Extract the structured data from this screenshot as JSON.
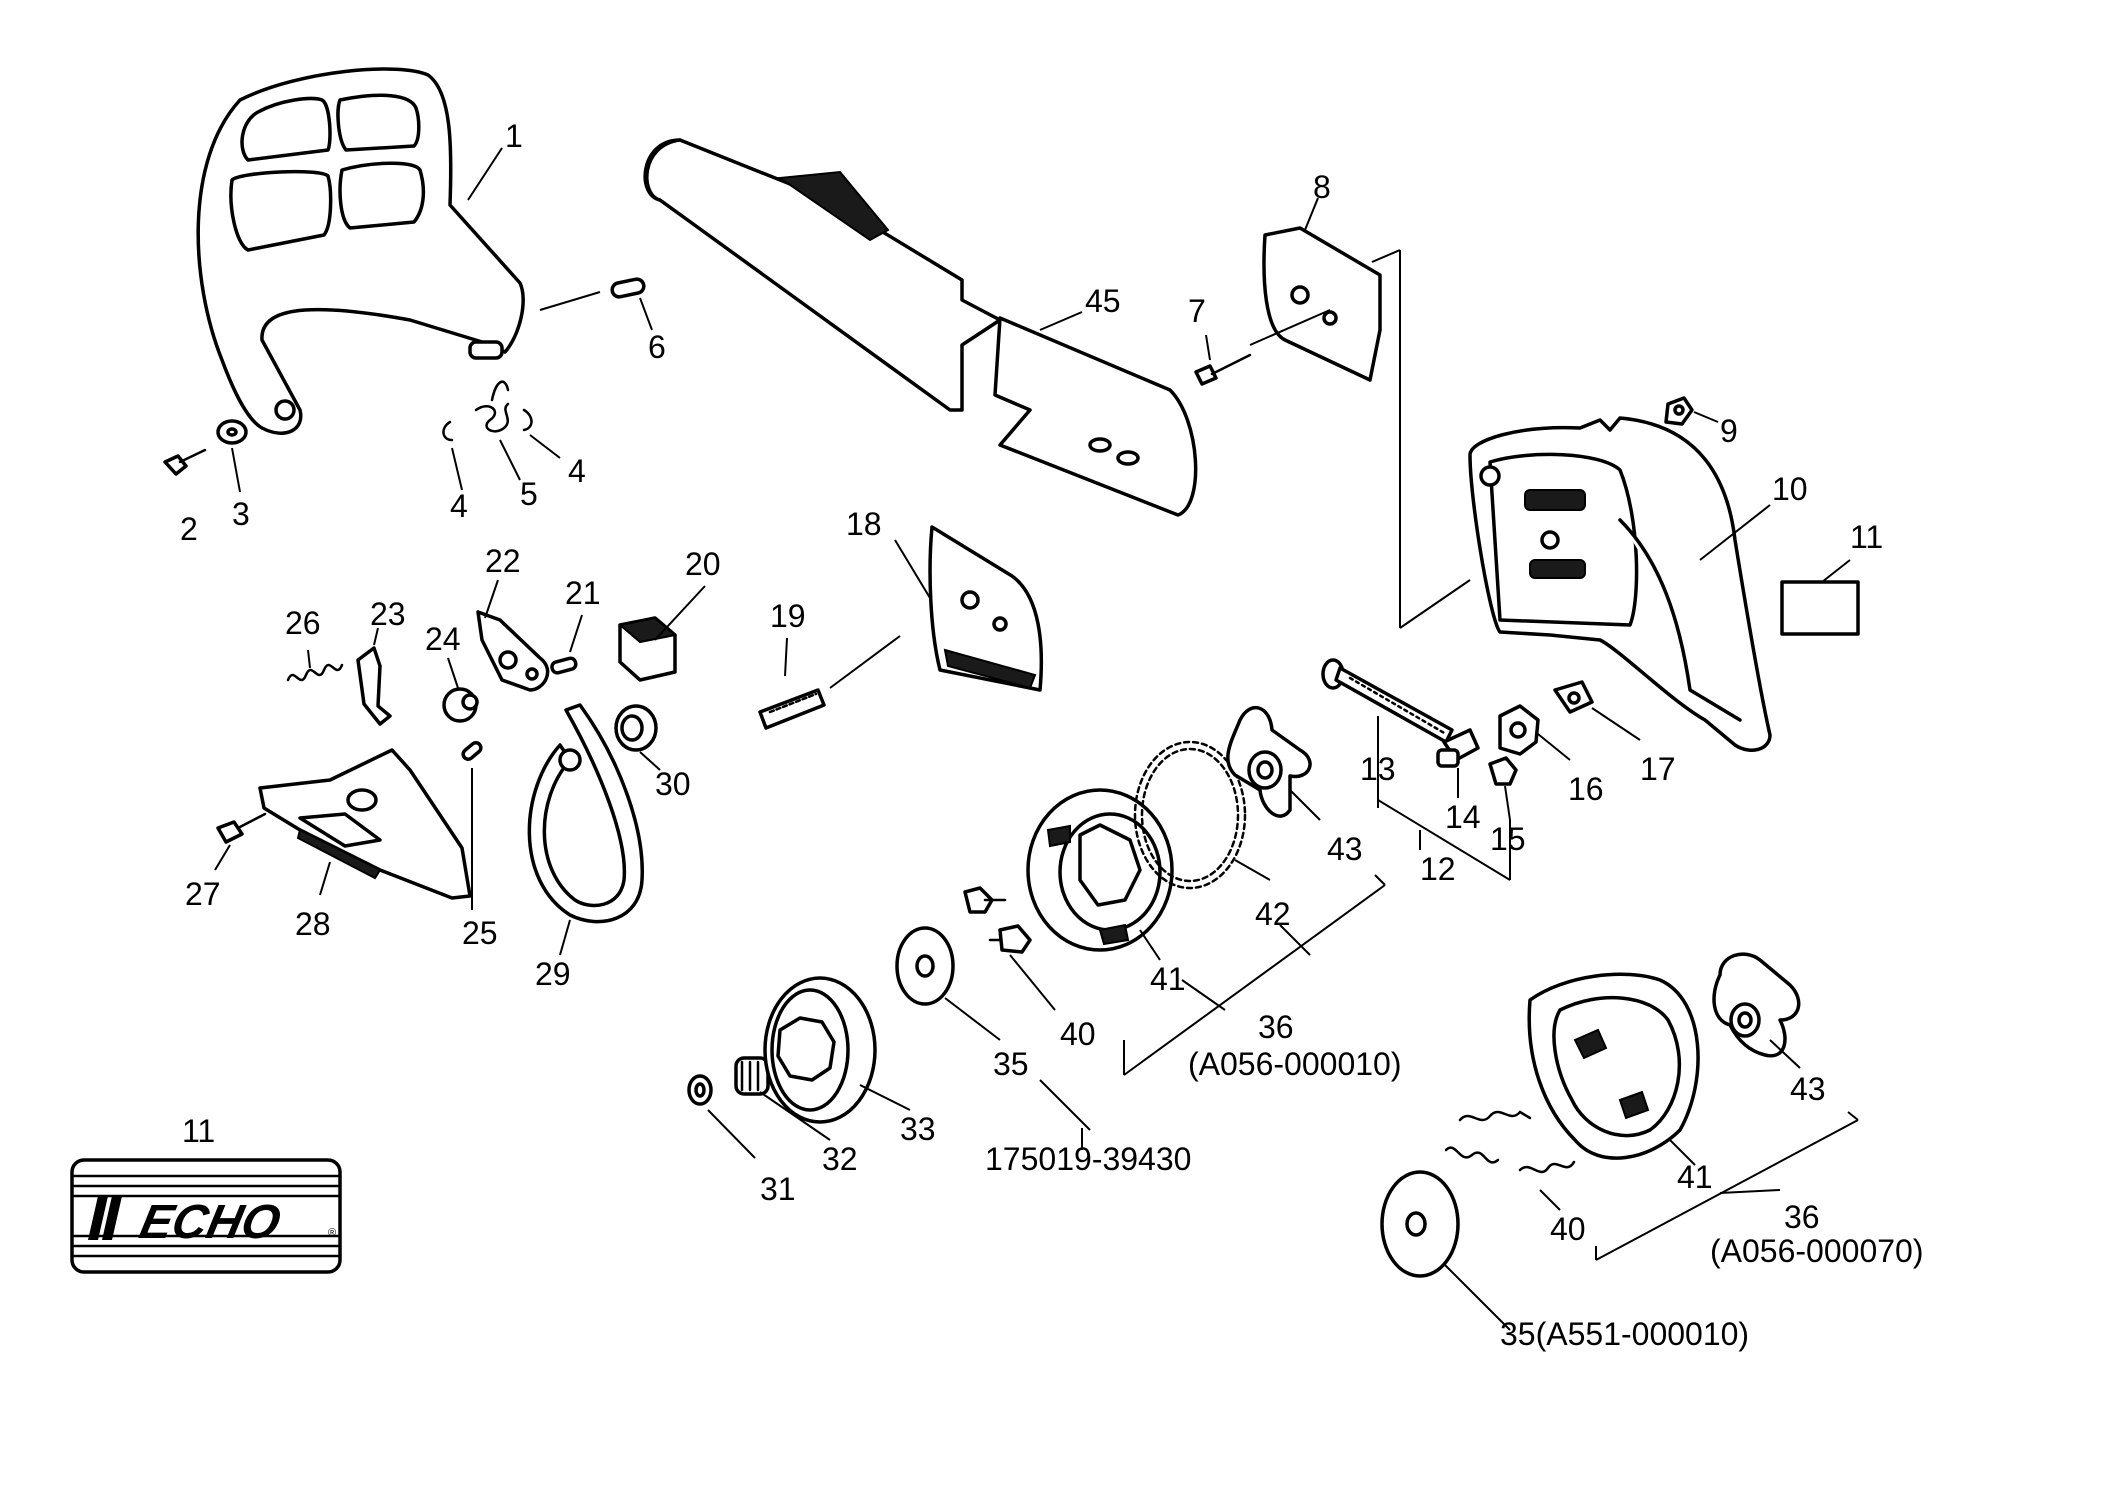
{
  "callouts": {
    "c1": "1",
    "c2": "2",
    "c3": "3",
    "c4a": "4",
    "c4b": "4",
    "c5": "5",
    "c6": "6",
    "c7": "7",
    "c8": "8",
    "c9": "9",
    "c10": "10",
    "c11a": "11",
    "c11b": "11",
    "c12": "12",
    "c13": "13",
    "c14": "14",
    "c15": "15",
    "c16": "16",
    "c17": "17",
    "c18": "18",
    "c19": "19",
    "c20": "20",
    "c21": "21",
    "c22": "22",
    "c23": "23",
    "c24": "24",
    "c25": "25",
    "c26": "26",
    "c27": "27",
    "c28": "28",
    "c29": "29",
    "c30": "30",
    "c31": "31",
    "c32": "32",
    "c33": "33",
    "c35a": "35",
    "c35b": "35(A551-000010)",
    "c36a": "36",
    "c36a_code": "(A056-000010)",
    "c36b": "36",
    "c36b_code": "(A056-000070)",
    "c40a": "40",
    "c40b": "40",
    "c41a": "41",
    "c41b": "41",
    "c42": "42",
    "c43a": "43",
    "c43b": "43",
    "c45": "45",
    "sprocket_kit": "175019-39430"
  },
  "decal": {
    "brand": "ECHO"
  },
  "colors": {
    "ink": "#000000",
    "paper": "#ffffff"
  }
}
